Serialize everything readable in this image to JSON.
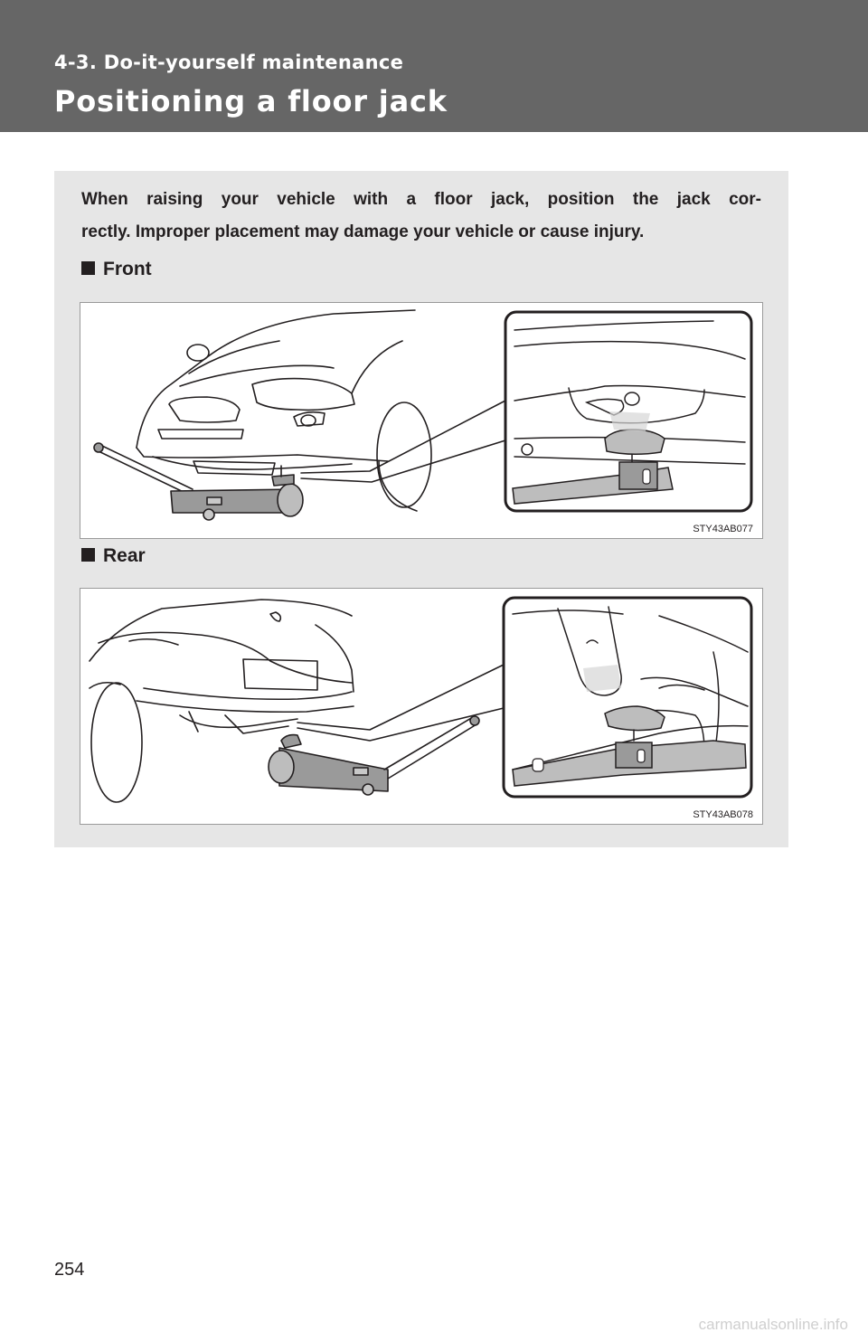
{
  "header": {
    "section_label": "4-3. Do-it-yourself maintenance",
    "title": "Positioning a floor jack"
  },
  "intro": {
    "line1": "When raising your vehicle with a floor jack, position the jack cor-",
    "line2": "rectly. Improper placement may damage your vehicle or cause injury."
  },
  "sections": [
    {
      "heading": "Front",
      "figure_code": "STY43AB077"
    },
    {
      "heading": "Rear",
      "figure_code": "STY43AB078"
    }
  ],
  "page_number": "254",
  "watermark": "carmanualsonline.info"
}
